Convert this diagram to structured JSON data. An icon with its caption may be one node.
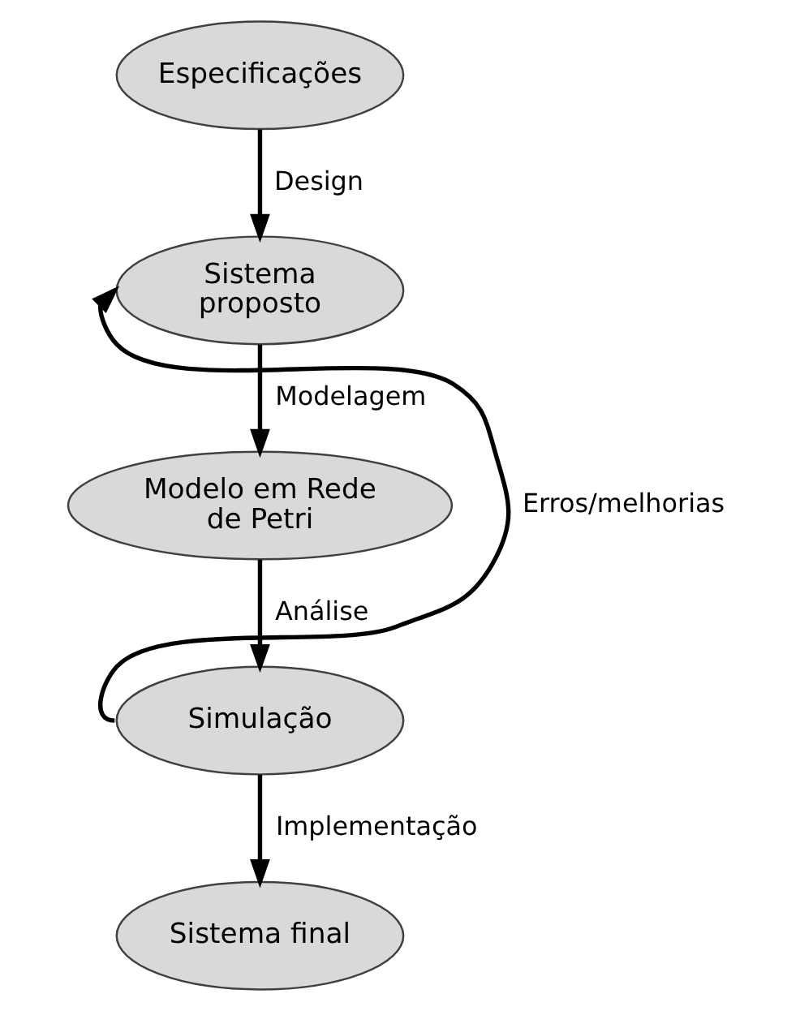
{
  "diagram": {
    "nodes": [
      {
        "text": [
          "Especificações"
        ]
      },
      {
        "text": [
          "Sistema proposto"
        ]
      },
      {
        "text": [
          "Modelo em Rede de Petri"
        ]
      },
      {
        "text": [
          "Simulação"
        ]
      },
      {
        "text": [
          "Sistema final"
        ]
      }
    ],
    "edges": [
      {
        "from": 0,
        "to": 1,
        "arrow": "to",
        "label": "Design"
      },
      {
        "from": 1,
        "to": 2,
        "arrow": "to",
        "label": "Modelagem"
      },
      {
        "from": 2,
        "to": 3,
        "arrow": "to",
        "label": "Análise"
      },
      {
        "from": 3,
        "to": 4,
        "arrow": "to",
        "label": "Implementação"
      },
      {
        "from": 3,
        "to": 1,
        "arrow": "to",
        "label": "Erros/melhorias"
      }
    ]
  }
}
